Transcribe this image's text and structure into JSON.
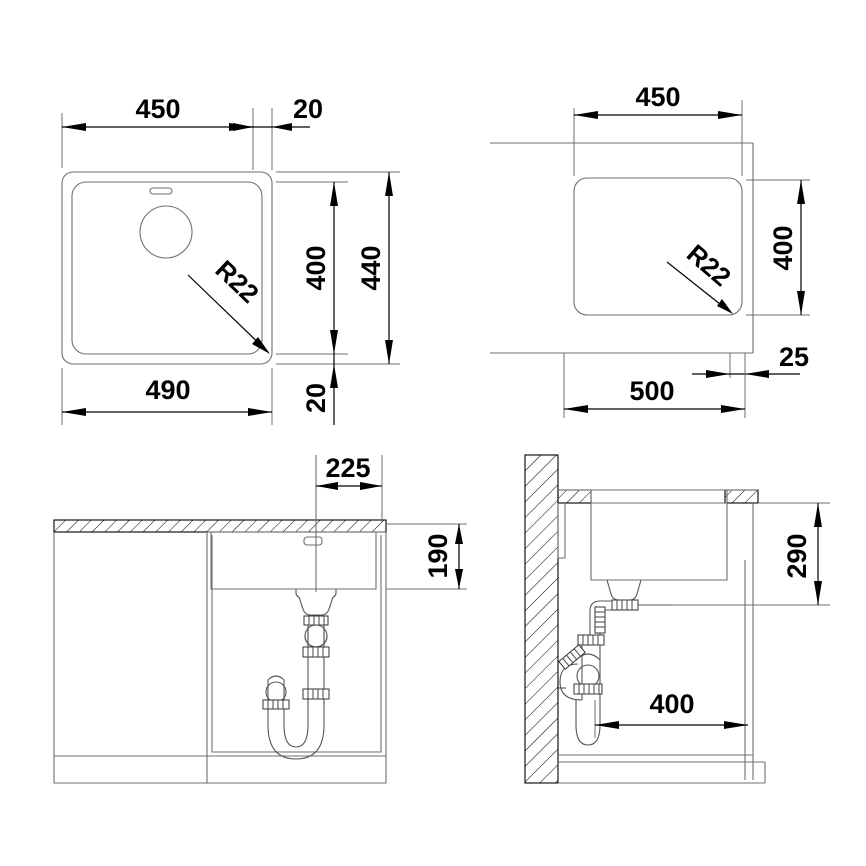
{
  "drawing": {
    "title": "Kitchen sink installation drawing",
    "views": [
      {
        "id": "top-left",
        "name": "plan-view-sink-top"
      },
      {
        "id": "top-right",
        "name": "plan-view-cutout"
      },
      {
        "id": "bottom-left",
        "name": "front-section-view"
      },
      {
        "id": "bottom-right",
        "name": "side-section-view"
      }
    ],
    "line_color": "#6f6f6f",
    "dim_color": "#000000"
  },
  "view_top_left": {
    "dims": {
      "width_bowl": "450",
      "rim_right": "20",
      "height_bowl": "400",
      "height_total": "440",
      "width_total": "490",
      "rim_bottom": "20",
      "radius": "R22"
    }
  },
  "view_top_right": {
    "dims": {
      "cutout_width": "450",
      "cutout_height": "400",
      "counter_width": "500",
      "edge_offset": "25",
      "radius": "R22"
    }
  },
  "view_bottom_left": {
    "dims": {
      "drain_offset": "225",
      "bowl_depth": "190"
    }
  },
  "view_bottom_right": {
    "dims": {
      "height_to_trap": "290",
      "cabinet_depth": "400"
    }
  }
}
